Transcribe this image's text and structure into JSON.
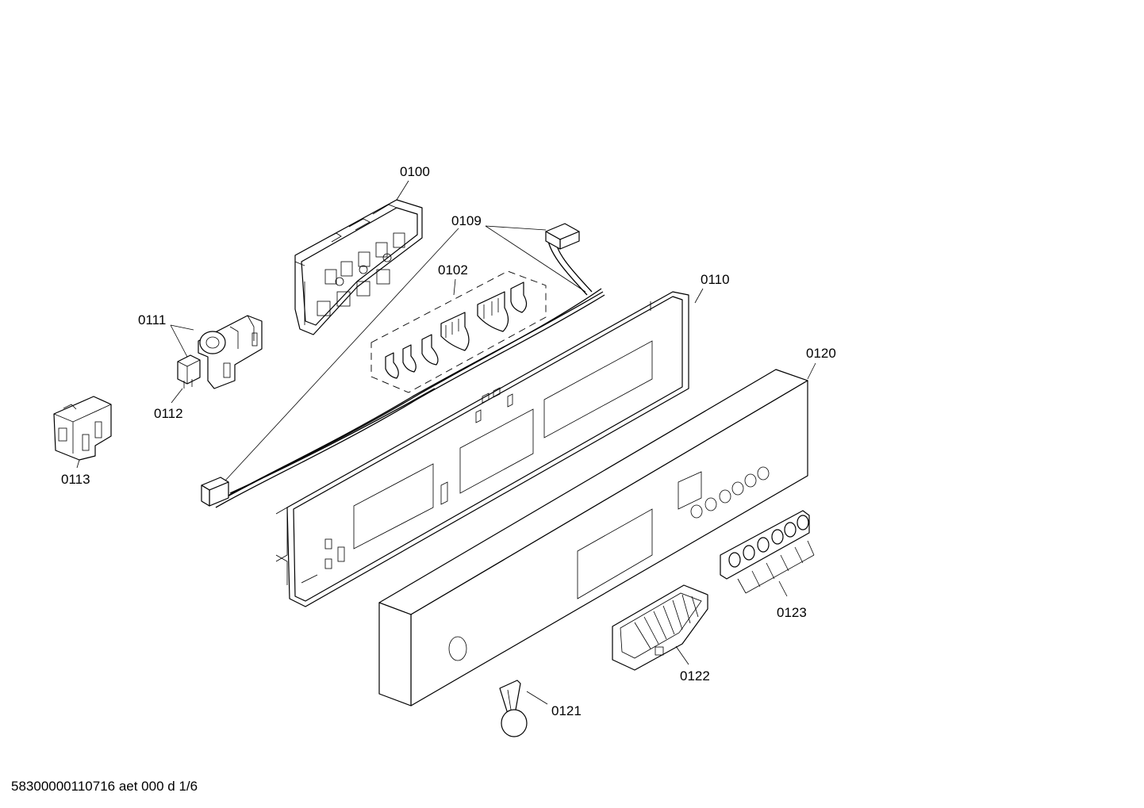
{
  "diagram": {
    "callouts": [
      {
        "id": "0100",
        "label": "0100"
      },
      {
        "id": "0102",
        "label": "0102"
      },
      {
        "id": "0109",
        "label": "0109"
      },
      {
        "id": "0110",
        "label": "0110"
      },
      {
        "id": "0111",
        "label": "0111"
      },
      {
        "id": "0112",
        "label": "0112"
      },
      {
        "id": "0113",
        "label": "0113"
      },
      {
        "id": "0120",
        "label": "0120"
      },
      {
        "id": "0121",
        "label": "0121"
      },
      {
        "id": "0122",
        "label": "0122"
      },
      {
        "id": "0123",
        "label": "0123"
      }
    ]
  },
  "footer": {
    "text": "58300000110716 aet 000 d 1/6"
  }
}
